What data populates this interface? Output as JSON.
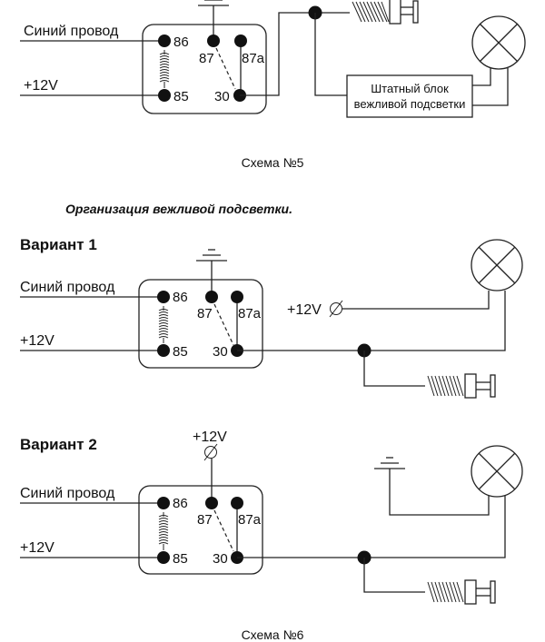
{
  "scheme5": {
    "caption": "Схема №5",
    "wire_labels": {
      "blue_wire": "Синий провод",
      "plus12": "+12V"
    },
    "relay_pins": {
      "p86": "86",
      "p87": "87",
      "p87a": "87a",
      "p85": "85",
      "p30": "30"
    },
    "block_label_line1": "Штатный блок",
    "block_label_line2": "вежливой подсветки"
  },
  "section_title": "Организация вежливой подсветки.",
  "variant1": {
    "title": "Вариант 1",
    "wire_labels": {
      "blue_wire": "Синий провод",
      "plus12": "+12V"
    },
    "relay_pins": {
      "p86": "86",
      "p87": "87",
      "p87a": "87a",
      "p85": "85",
      "p30": "30"
    },
    "supply_label": "+12V"
  },
  "variant2": {
    "title": "Вариант 2",
    "wire_labels": {
      "blue_wire": "Синий провод",
      "plus12": "+12V"
    },
    "relay_pins": {
      "p86": "86",
      "p87": "87",
      "p87a": "87a",
      "p85": "85",
      "p30": "30"
    },
    "supply_label": "+12V"
  },
  "scheme6": {
    "caption": "Схема №6"
  }
}
